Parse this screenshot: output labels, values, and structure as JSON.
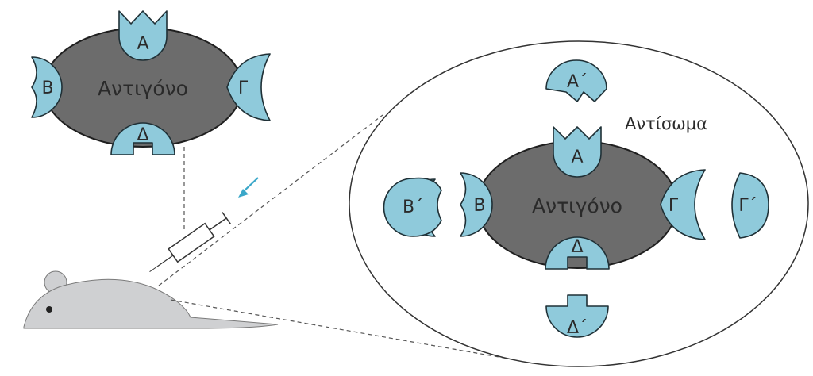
{
  "left_antigen": {
    "label": "Αντιγόνο",
    "sites": {
      "a": "Α",
      "b": "Β",
      "c": "Γ",
      "d": "Δ"
    }
  },
  "zoom": {
    "antibody_label": "Αντίσωμα",
    "antigen_label": "Αντιγόνο",
    "sites": {
      "a": "Α",
      "b": "Β",
      "c": "Γ",
      "d": "Δ"
    },
    "antibodies": {
      "a": "Α΄",
      "b": "Β΄",
      "c": "Γ΄",
      "d": "Δ΄"
    }
  },
  "colors": {
    "antigen_fill": "#6c6c6c",
    "site_fill": "#8fcadb",
    "mouse_fill": "#cfd0d2",
    "arrow": "#3aa7c9"
  },
  "icons": [
    "syringe-icon",
    "mouse-icon",
    "arrow-icon"
  ]
}
